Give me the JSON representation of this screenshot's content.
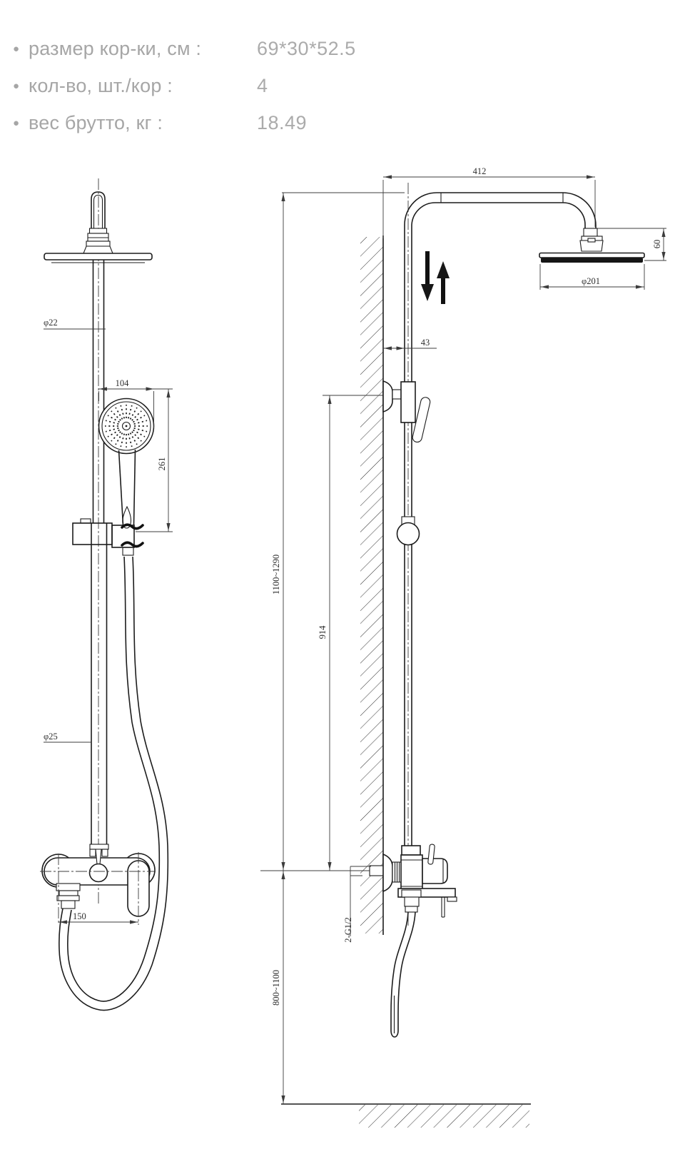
{
  "specs": {
    "items": [
      {
        "label": "размер кор-ки, см :",
        "value": "69*30*52.5"
      },
      {
        "label": "кол-во, шт./кор :",
        "value": "4"
      },
      {
        "label": "вес брутто, кг  :",
        "value": "18.49"
      }
    ]
  },
  "front_view": {
    "dims": {
      "pipe_upper_diameter": "φ22",
      "hand_shower_diameter": "104",
      "hand_shower_length": "261",
      "pipe_lower_diameter": "φ25",
      "ports_spacing": "150"
    }
  },
  "side_view": {
    "dims": {
      "arm_reach": "412",
      "head_drop": "60",
      "head_diameter": "φ201",
      "wall_offset": "43",
      "bracket_to_mixer": "914",
      "mixer_to_top_range": "1100~1290",
      "floor_to_mixer_range": "800~1100",
      "connections_thread": "2-G1/2"
    }
  },
  "colors": {
    "drawing_line": "#1c1c1c",
    "spec_text": "#a6a6a6"
  }
}
